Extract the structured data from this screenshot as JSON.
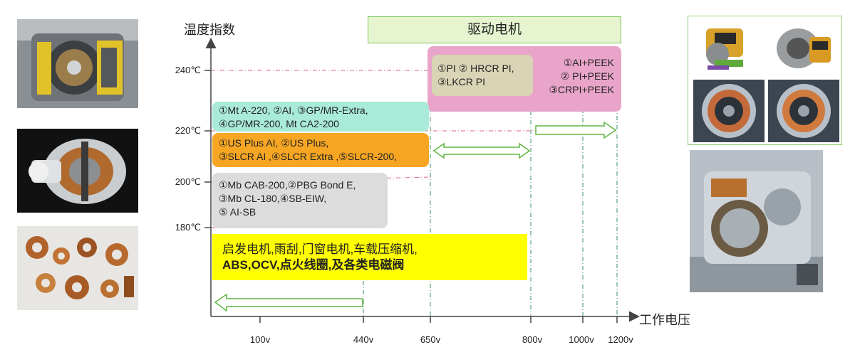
{
  "axis": {
    "y_title": "温度指数",
    "x_title": "工作电压",
    "y_ticks": [
      "240℃",
      "220℃",
      "200℃",
      "180℃"
    ],
    "x_ticks": [
      "100v",
      "440v",
      "650v",
      "800v",
      "1000v",
      "1200v"
    ]
  },
  "header": {
    "title": "驱动电机"
  },
  "boxes": {
    "pi_hrcr": {
      "lines": [
        "①PI ② HRCR PI,",
        "③LKCR PI"
      ]
    },
    "peek": {
      "lines": [
        "①AI+PEEK",
        "② PI+PEEK",
        "③CRPI+PEEK"
      ]
    },
    "mt": {
      "lines": [
        "①Mt A-220, ②AI, ③GP/MR-Extra,",
        "④GP/MR-200, Mt CA2-200"
      ]
    },
    "us_plus": {
      "lines": [
        "①US Plus AI, ②US Plus,",
        "③SLCR AI ,④SLCR Extra ,⑤SLCR-200,"
      ]
    },
    "mb": {
      "lines": [
        "①Mb CAB-200,②PBG Bond E,",
        "③Mb CL-180,④SB-EIW,",
        "⑤ AI-SB"
      ]
    },
    "applications": {
      "lines": [
        "启发电机,雨刮,门窗电机,车载压缩机,",
        "ABS,OCV,点火线圈,及各类电磁阀"
      ]
    }
  },
  "colors": {
    "axis": "#444444",
    "pink_box": "#e9a5c9",
    "khaki_box": "#d9d4b5",
    "teal_box": "#a9ead8",
    "orange_box": "#f6a623",
    "gray_box": "#dcdcdc",
    "yellow_box": "#ffff00",
    "arrow_fill": "#ffffff",
    "arrow_stroke": "#5fb540",
    "guide_red": "#e0657d",
    "guide_green": "#3a8f6a"
  }
}
